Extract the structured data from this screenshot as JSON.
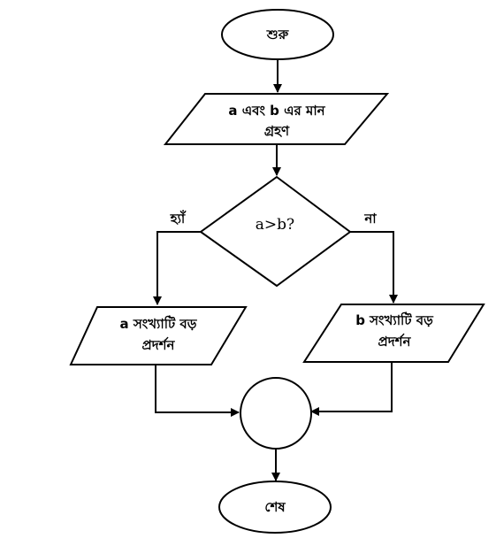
{
  "flowchart": {
    "start": "শুরু",
    "input": {
      "line1": "a এবং b  এর মান",
      "line2": "গ্রহণ"
    },
    "decision": "a>b?",
    "branch_yes": "হ্যাঁ",
    "branch_no": "না",
    "output_a": {
      "line1": "a সংখ্যাটি বড়",
      "line2": "প্রদর্শন"
    },
    "output_b": {
      "line1": "b সংখ্যাটি বড়",
      "line2": "প্রদর্শন"
    },
    "end": "শেষ"
  },
  "colors": {
    "stroke": "#000000",
    "fill": "#ffffff"
  }
}
